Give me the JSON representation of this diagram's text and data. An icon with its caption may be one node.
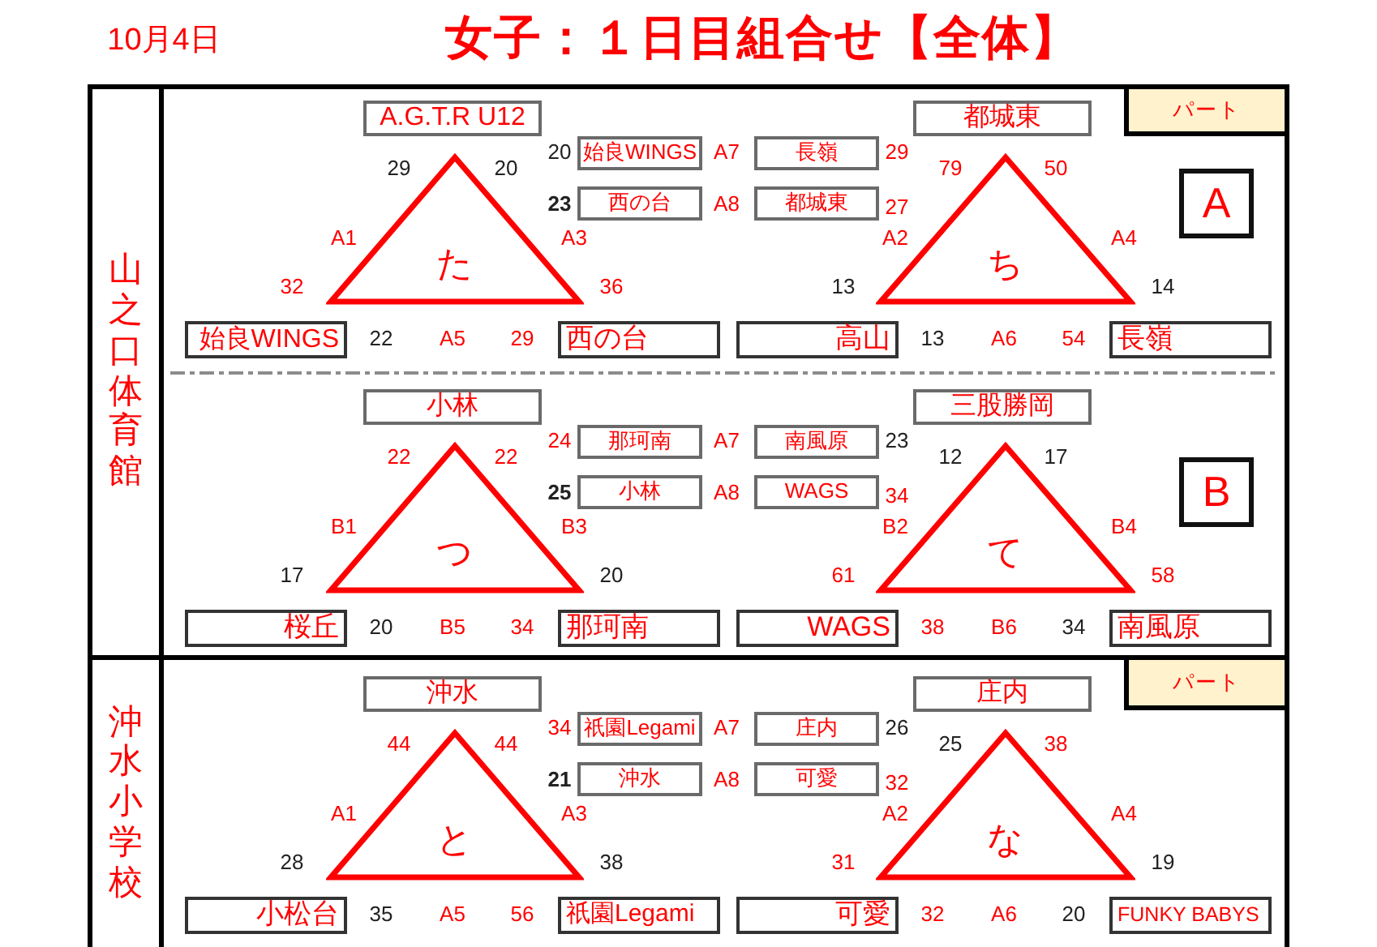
{
  "diagram": {
    "title": "女子：１日目組合せ【全体】",
    "nodes": [
      {
        "text": [
          "山之口体育館"
        ]
      },
      {
        "text": [],
        "shape": "box"
      },
      {
        "text": [
          "A.G.T.R U12"
        ],
        "in": 1
      },
      {
        "text": [
          "都城東"
        ],
        "in": 1
      },
      {
        "text": [
          "パート"
        ],
        "in": 1
      },
      {
        "text": [
          "始良WINGS"
        ],
        "in": 1
      },
      {
        "text": [
          "長嶺"
        ],
        "in": 1
      },
      {
        "text": [
          "西の台"
        ],
        "in": 1
      },
      {
        "text": [
          "都城東"
        ],
        "in": 1
      },
      {
        "text": [
          "た"
        ],
        "in": 1
      },
      {
        "text": [
          "ち"
        ],
        "in": 1
      },
      {
        "text": [
          "A"
        ],
        "in": 1
      },
      {
        "text": [
          "始良WINGS"
        ],
        "in": 1
      },
      {
        "text": [
          "西の台"
        ],
        "in": 1
      },
      {
        "text": [
          "高山"
        ],
        "in": 1
      },
      {
        "text": [
          "長嶺"
        ],
        "in": 1
      },
      {
        "text": [
          "小林"
        ],
        "in": 1
      },
      {
        "text": [
          "三股勝岡"
        ],
        "in": 1
      },
      {
        "text": [
          "那珂南"
        ],
        "in": 1
      },
      {
        "text": [
          "南風原"
        ],
        "in": 1
      },
      {
        "text": [
          "小林"
        ],
        "in": 1
      },
      {
        "text": [
          "WAGS"
        ],
        "in": 1
      },
      {
        "text": [
          "つ"
        ],
        "in": 1
      },
      {
        "text": [
          "て"
        ],
        "in": 1
      },
      {
        "text": [
          "B"
        ],
        "in": 1
      },
      {
        "text": [
          "桜丘"
        ],
        "in": 1
      },
      {
        "text": [
          "那珂南"
        ],
        "in": 1
      },
      {
        "text": [
          "WAGS"
        ],
        "in": 1
      },
      {
        "text": [
          "南風原"
        ],
        "in": 1
      },
      {
        "text": [
          "沖水小学校"
        ]
      },
      {
        "text": [],
        "shape": "box"
      },
      {
        "text": [
          "沖水"
        ],
        "in": 30
      },
      {
        "text": [
          "庄内"
        ],
        "in": 30
      },
      {
        "text": [
          "パート"
        ],
        "in": 30
      },
      {
        "text": [
          "祇園Legami"
        ],
        "in": 30
      },
      {
        "text": [
          "庄内"
        ],
        "in": 30
      },
      {
        "text": [
          "沖水"
        ],
        "in": 30
      },
      {
        "text": [
          "可愛"
        ],
        "in": 30
      },
      {
        "text": [
          "と"
        ],
        "in": 30
      },
      {
        "text": [
          "な"
        ],
        "in": 30
      },
      {
        "text": [
          "小松台"
        ],
        "in": 30
      },
      {
        "text": [
          "祇園Legami"
        ],
        "in": 30
      },
      {
        "text": [
          "可愛"
        ],
        "in": 30
      },
      {
        "text": [
          "FUNKY BABYS"
        ],
        "in": 30
      }
    ],
    "labels": [
      "10月4日",
      "20",
      "A7",
      "29",
      "29",
      "20",
      "79",
      "50",
      "23",
      "A8",
      "27",
      "A1",
      "A3",
      "A2",
      "A4",
      "32",
      "36",
      "13",
      "14",
      "22",
      "A5",
      "29",
      "13",
      "A6",
      "54",
      "24",
      "A7",
      "23",
      "22",
      "22",
      "12",
      "17",
      "25",
      "A8",
      "34",
      "B1",
      "B3",
      "B2",
      "B4",
      "17",
      "20",
      "61",
      "58",
      "20",
      "B5",
      "34",
      "38",
      "B6",
      "34",
      "34",
      "A7",
      "26",
      "44",
      "44",
      "25",
      "38",
      "21",
      "A8",
      "32",
      "A1",
      "A3",
      "A2",
      "A4",
      "28",
      "38",
      "31",
      "19",
      "35",
      "A5",
      "56",
      "32",
      "A6",
      "20"
    ]
  }
}
